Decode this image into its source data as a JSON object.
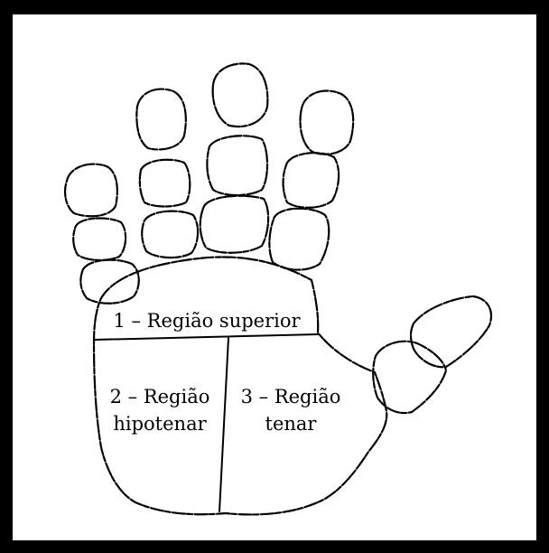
{
  "diagram": {
    "regions": [
      {
        "id": "superior",
        "text": "1 – Região superior"
      },
      {
        "id": "hipotenar",
        "line1": "2 – Região",
        "line2": "hipotenar"
      },
      {
        "id": "tenar",
        "line1": "3 – Região",
        "line2": "tenar"
      }
    ],
    "colors": {
      "border": "#000000",
      "background": "#ffffff",
      "line": "#000000"
    }
  }
}
